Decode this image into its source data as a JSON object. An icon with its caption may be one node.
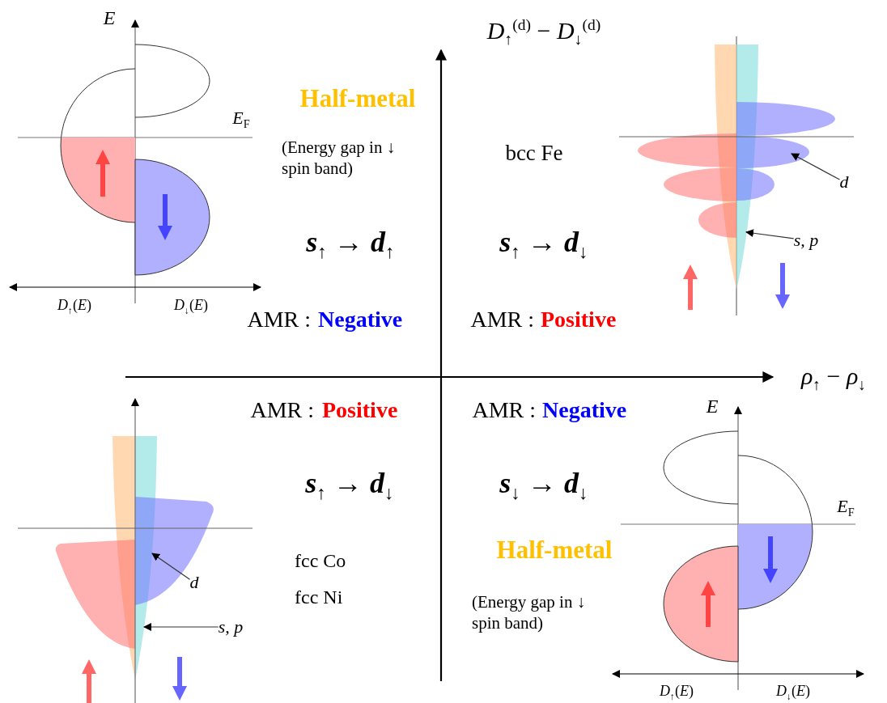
{
  "diagram": {
    "nodes": [
      {
        "text": [
          "d"
        ]
      },
      {
        "text": [
          "s, p"
        ]
      },
      {
        "text": [
          "d"
        ]
      },
      {
        "text": [
          "s, p"
        ]
      }
    ],
    "edges": [
      {
        "from": 0,
        "to": null,
        "arrow": "to"
      },
      {
        "from": 1,
        "to": null,
        "arrow": "to"
      },
      {
        "from": 2,
        "to": null,
        "arrow": "to"
      },
      {
        "from": 3,
        "to": null,
        "arrow": "to"
      }
    ],
    "labels": [
      "*E*",
      "*D*$_{↑}$$^{(d)}$ − *D*$_{↓}$$^{(d)}$",
      "Half-metal",
      "*E*$_{F}$",
      "(Energy gap in ↓ spin band)",
      "bcc Fe",
      "s$_{↑}$ → d$_{↑}$",
      "s$_{↑}$ → d$_{↓}$",
      "*D*$_{↑}$(*E*)",
      "*D*$_{↓}$(*E*)",
      "AMR :",
      "Negative",
      "AMR :",
      "Positive",
      "*ρ*$_{↑}$ − *ρ*$_{↓}$",
      "AMR :",
      "Positive",
      "AMR :",
      "Negative",
      "*E*",
      "s$_{↑}$ → d$_{↓}$",
      "s$_{↓}$ → d$_{↓}$",
      "*E*$_{F}$",
      "Half-metal",
      "fcc Co",
      "fcc Ni",
      "(Energy gap in ↓ spin band)",
      "*D*$_{↑}$(*E*)",
      "*D*$_{↓}$(*E*)"
    ]
  }
}
